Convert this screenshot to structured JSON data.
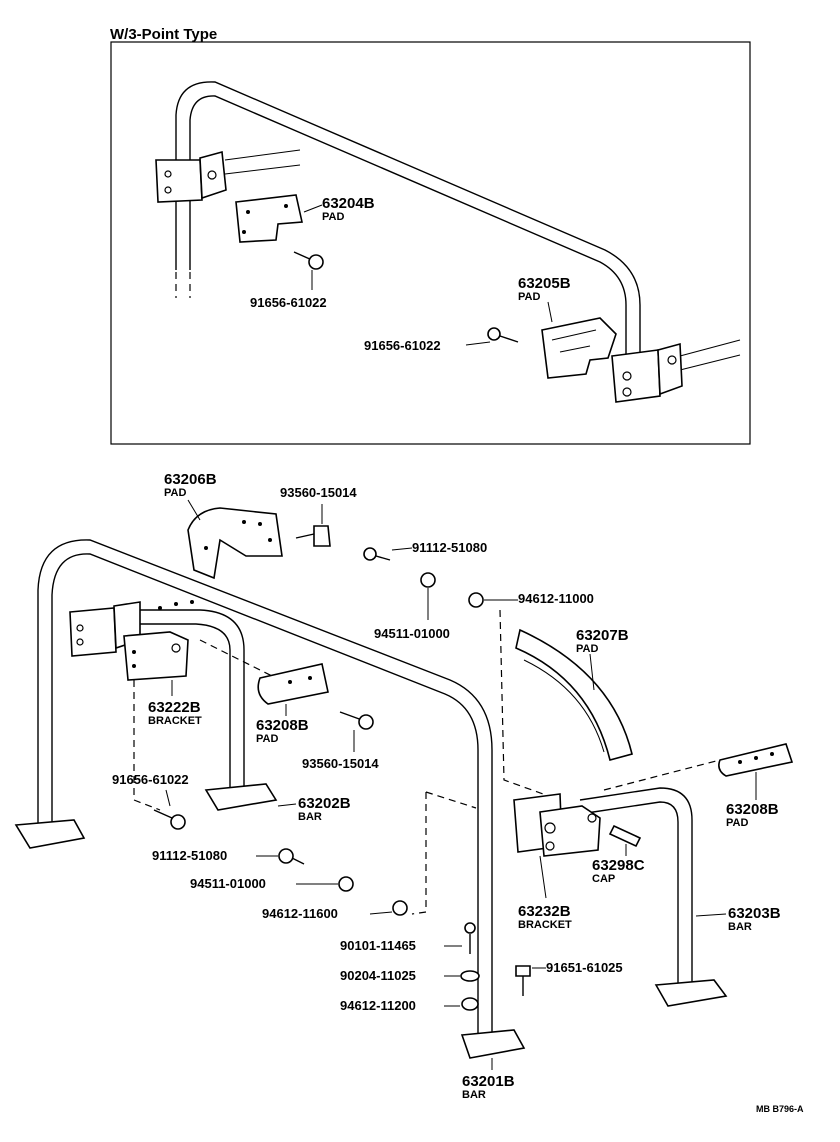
{
  "inset": {
    "title": "W/3-Point   Type",
    "labels": {
      "p63204b": "63204B",
      "p63204b_sub": "PAD",
      "bolt1": "91656-61022",
      "p63205b": "63205B",
      "p63205b_sub": "PAD",
      "bolt2": "91656-61022"
    }
  },
  "main": {
    "labels": {
      "p63206b": "63206B",
      "p63206b_sub": "PAD",
      "screw1": "93560-15014",
      "bolt_91112_a": "91112-51080",
      "nut_94511_a": "94511-01000",
      "washer_94612_a": "94612-11000",
      "p63207b": "63207B",
      "p63207b_sub": "PAD",
      "p63222b": "63222B",
      "p63222b_sub": "BRACKET",
      "p63208b_a": "63208B",
      "p63208b_a_sub": "PAD",
      "screw2": "93560-15014",
      "bolt_91656": "91656-61022",
      "p63202b": "63202B",
      "p63202b_sub": "BAR",
      "p63208b_b": "63208B",
      "p63208b_b_sub": "PAD",
      "bolt_91112_b": "91112-51080",
      "p63298c": "63298C",
      "p63298c_sub": "CAP",
      "nut_94511_b": "94511-01000",
      "p63232b": "63232B",
      "p63232b_sub": "BRACKET",
      "p63203b": "63203B",
      "p63203b_sub": "BAR",
      "washer_94612_b": "94612-11600",
      "bolt_90101": "90101-11465",
      "washer_90204": "90204-11025",
      "bolt_91651": "91651-61025",
      "washer_94612_c": "94612-11200",
      "p63201b": "63201B",
      "p63201b_sub": "BAR"
    }
  },
  "footer": {
    "code": "MB   B796-A"
  }
}
